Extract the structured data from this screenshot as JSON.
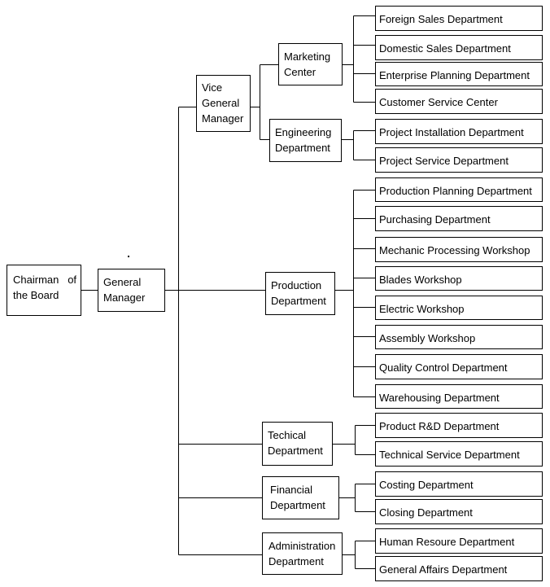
{
  "chairman": {
    "line1": "Chairman   of",
    "line2": "the Board"
  },
  "general_manager": "General\nManager",
  "vice_general_manager": "Vice\nGeneral\nManager",
  "marketing_center": {
    "label": "Marketing\nCenter",
    "departments": [
      "Foreign Sales Department",
      "Domestic Sales Department",
      "Enterprise Planning Department",
      "Customer Service Center"
    ]
  },
  "engineering": {
    "label": "Engineering\nDepartment",
    "departments": [
      "Project Installation Department",
      "Project Service Department"
    ]
  },
  "production": {
    "label": "Production\nDepartment",
    "departments": [
      "Production Planning Department",
      "Purchasing Department",
      "Mechanic Processing Workshop",
      "Blades Workshop",
      "Electric Workshop",
      "Assembly Workshop",
      "Quality Control Department",
      "Warehousing Department"
    ]
  },
  "technical": {
    "label": "Techical\nDepartment",
    "departments": [
      "Product R&D Department",
      "Technical Service Department"
    ]
  },
  "financial": {
    "label": "Financial\nDepartment",
    "departments": [
      "Costing Department",
      "Closing Department"
    ]
  },
  "administration": {
    "label": "Administration\nDepartment",
    "departments": [
      "Human Resoure Department",
      "General Affairs Department"
    ]
  }
}
